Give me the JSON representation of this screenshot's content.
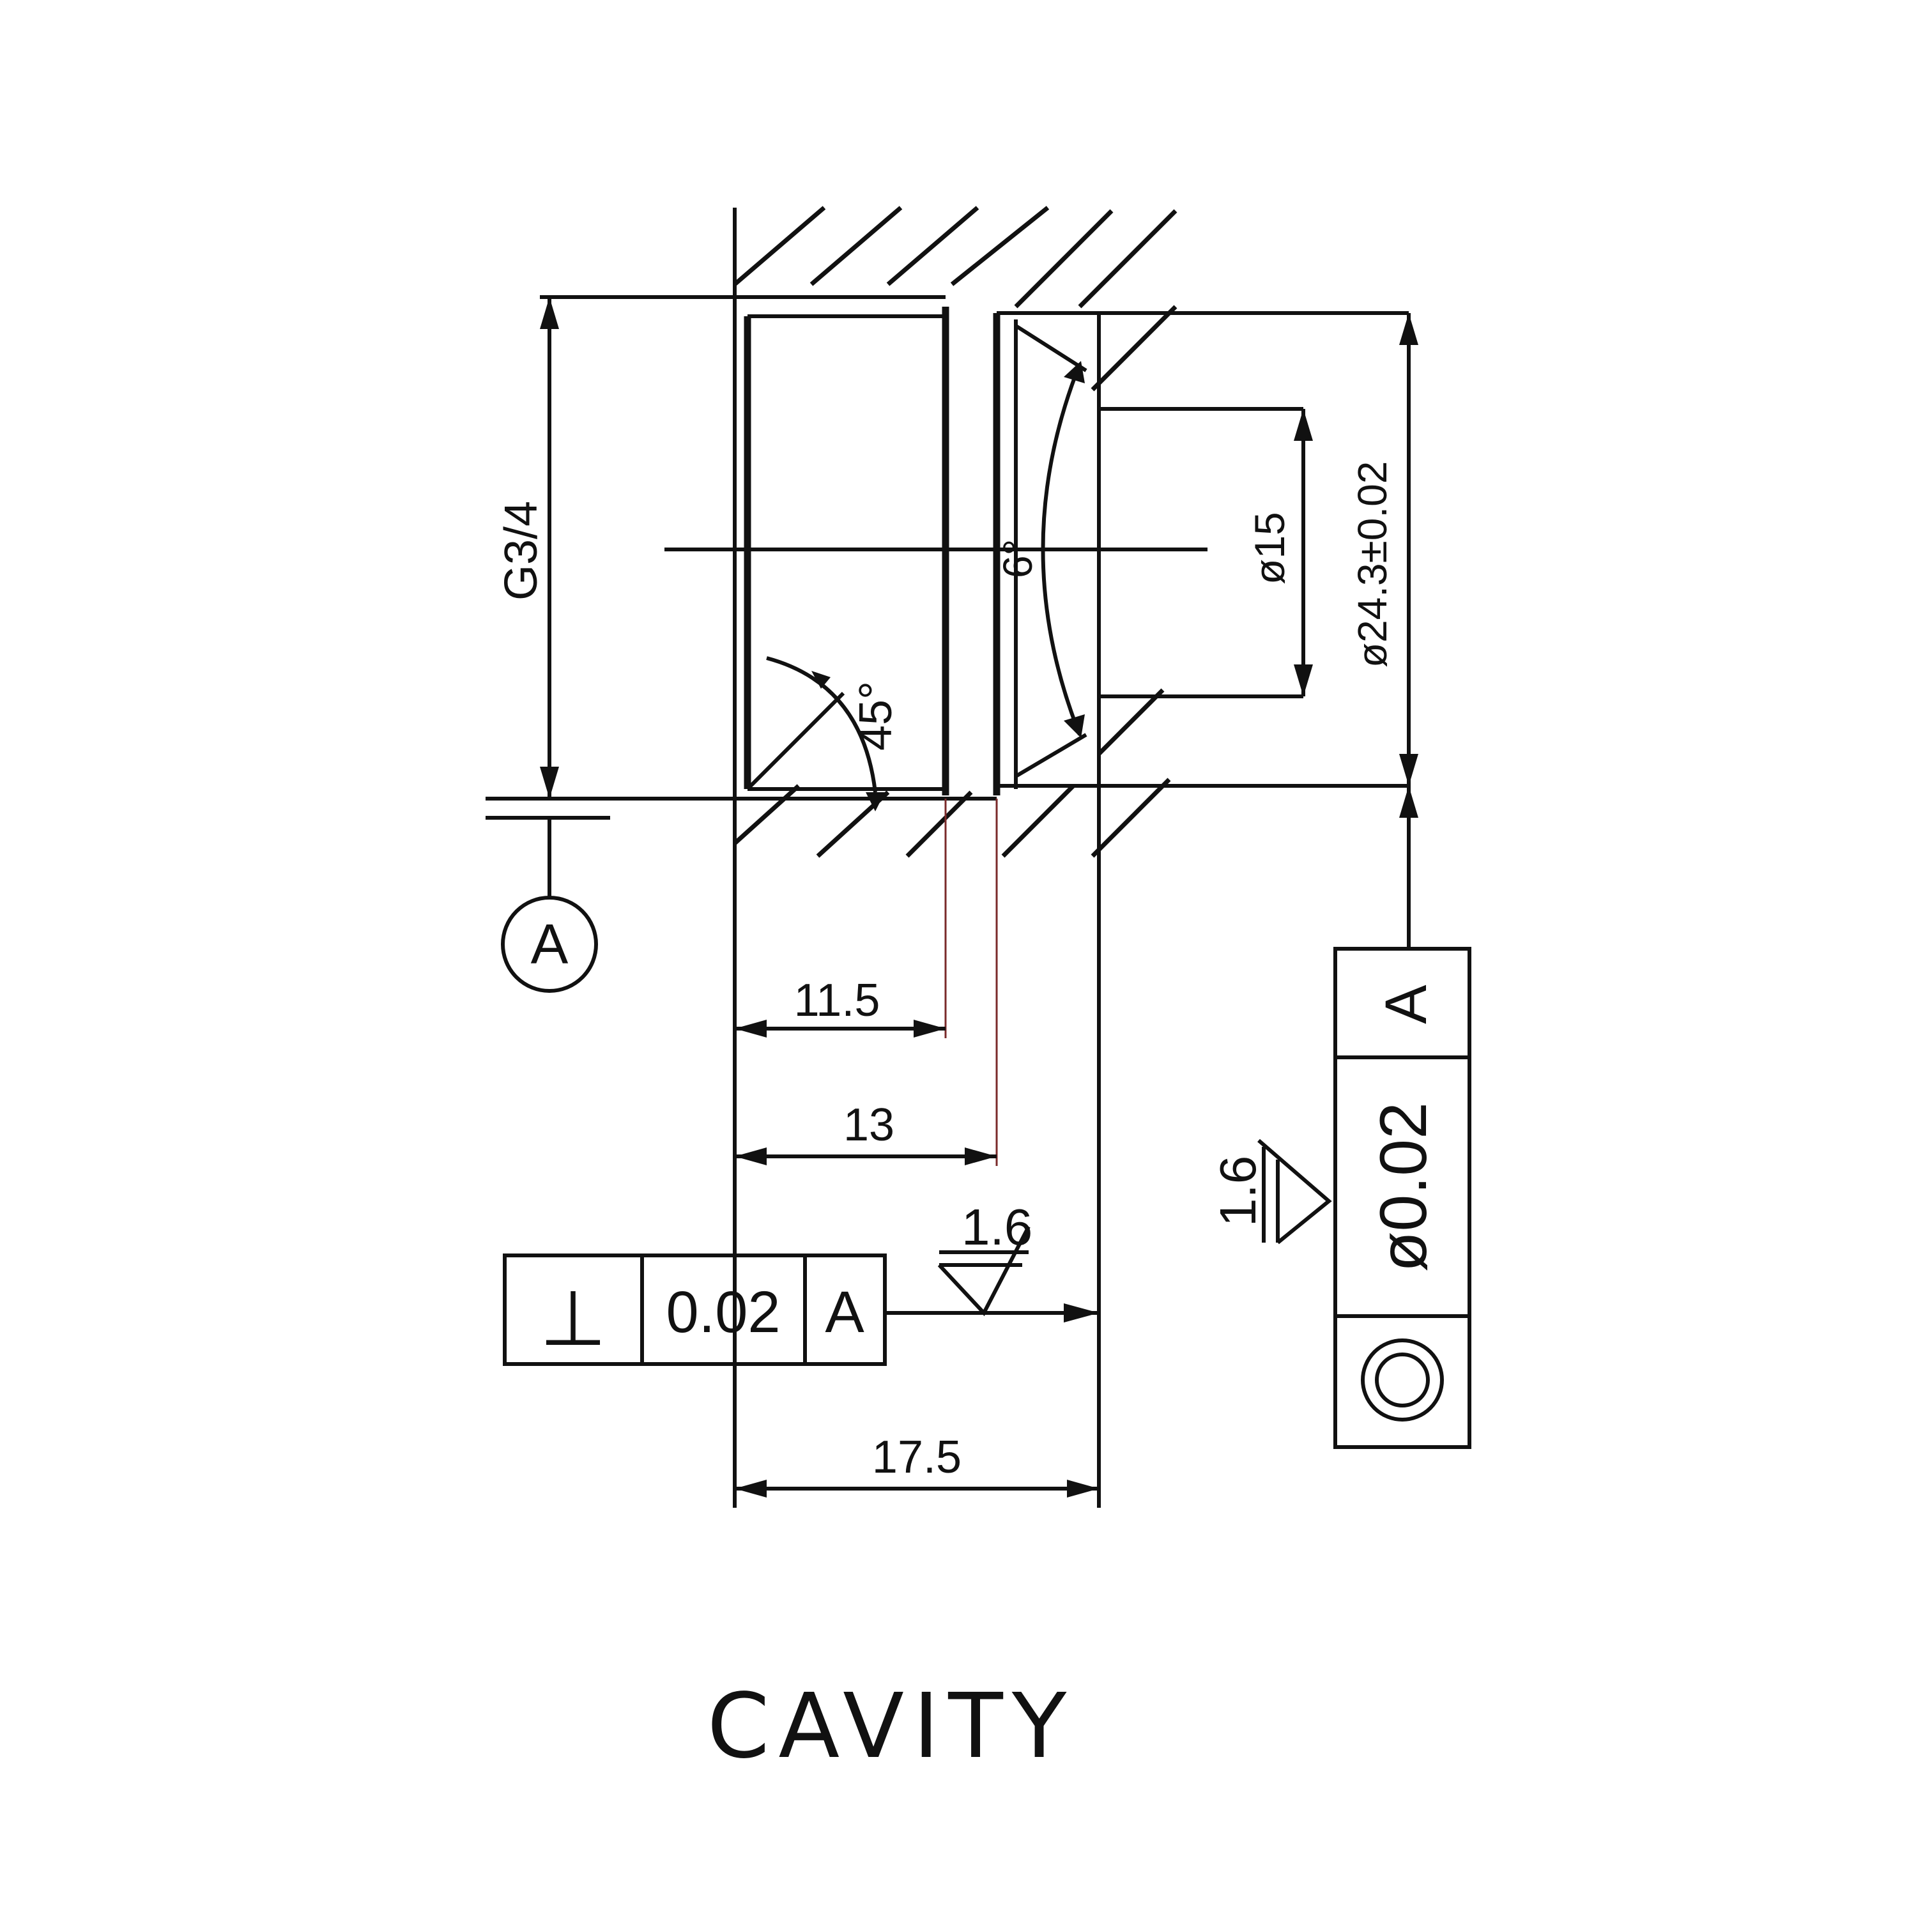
{
  "title": "CAVITY",
  "dimensions": {
    "thread": "G3/4",
    "bore_diameter": "ø15",
    "outer_diameter": "ø24.3±0.02",
    "length_11_5": "11.5",
    "length_13": "13",
    "length_17_5": "17.5",
    "chamfer_angle": "45°",
    "cone_angle": "6°"
  },
  "datum": {
    "label": "A"
  },
  "perpendicularity_frame": {
    "symbol": "⊥",
    "tolerance": "0.02",
    "datum": "A"
  },
  "concentricity_frame": {
    "symbol": "◎",
    "tolerance": "ø0.02",
    "datum": "A"
  },
  "surface_finish": {
    "face": "1.6",
    "bore": "1.6"
  },
  "colors": {
    "line": "#111111",
    "extension": "#7a2a2a",
    "background": "#ffffff"
  }
}
